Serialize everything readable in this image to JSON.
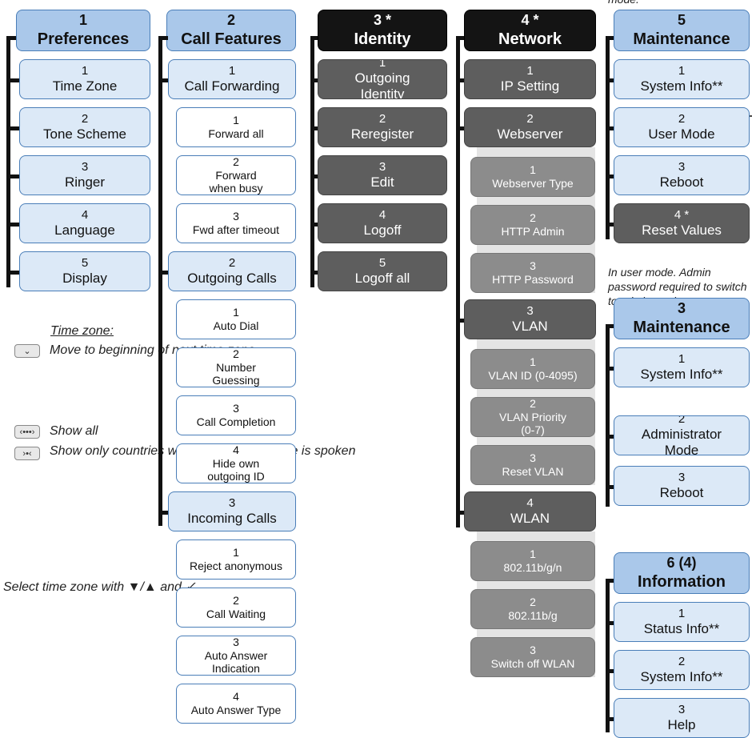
{
  "top_note": "mode.",
  "col1": {
    "header": {
      "num": "1",
      "label": "Preferences"
    },
    "items": [
      {
        "num": "1",
        "label": "Time Zone"
      },
      {
        "num": "2",
        "label": "Tone Scheme"
      },
      {
        "num": "3",
        "label": "Ringer"
      },
      {
        "num": "4",
        "label": "Language"
      },
      {
        "num": "5",
        "label": "Display"
      }
    ]
  },
  "legend": {
    "title": "Time zone:",
    "items": [
      {
        "key_icon": "chevron-down-key-icon",
        "key_glyph": "⌄",
        "text": "Move to\nbeginning\nof next time\nzone"
      },
      {
        "key_icon": "expand-key-icon",
        "key_glyph": "‹•••›",
        "text": "Show all"
      },
      {
        "key_icon": "collapse-key-icon",
        "key_glyph": "›•‹",
        "text": "Show only\ncountries\nwhere phone\nlanguage is\nspoken"
      }
    ],
    "select_text": "Select time zone\nwith ▼/▲ and ✓"
  },
  "col2": {
    "header": {
      "num": "2",
      "label": "Call Features"
    },
    "groups": [
      {
        "num": "1",
        "label": "Call Forwarding",
        "items": [
          {
            "num": "1",
            "label": "Forward all"
          },
          {
            "num": "2",
            "label": "Forward\nwhen busy"
          },
          {
            "num": "3",
            "label": "Fwd after timeout"
          }
        ]
      },
      {
        "num": "2",
        "label": "Outgoing Calls",
        "items": [
          {
            "num": "1",
            "label": "Auto Dial"
          },
          {
            "num": "2",
            "label": "Number\nGuessing"
          },
          {
            "num": "3",
            "label": "Call Completion"
          },
          {
            "num": "4",
            "label": "Hide own\noutgoing ID"
          }
        ]
      },
      {
        "num": "3",
        "label": "Incoming Calls",
        "items": [
          {
            "num": "1",
            "label": "Reject anonymous"
          },
          {
            "num": "2",
            "label": "Call Waiting"
          },
          {
            "num": "3",
            "label": "Auto Answer\nIndication"
          },
          {
            "num": "4",
            "label": "Auto Answer Type"
          }
        ]
      }
    ]
  },
  "col3": {
    "header": {
      "num": "3 *",
      "label": "Identity"
    },
    "items": [
      {
        "num": "1",
        "label": "Outgoing\nIdentity"
      },
      {
        "num": "2",
        "label": "Reregister"
      },
      {
        "num": "3",
        "label": "Edit"
      },
      {
        "num": "4",
        "label": "Logoff"
      },
      {
        "num": "5",
        "label": "Logoff all"
      }
    ]
  },
  "col4": {
    "header": {
      "num": "4 *",
      "label": "Network"
    },
    "groups": [
      {
        "num": "1",
        "label": "IP Setting",
        "items": []
      },
      {
        "num": "2",
        "label": "Webserver",
        "items": [
          {
            "num": "1",
            "label": "Webserver Type"
          },
          {
            "num": "2",
            "label": "HTTP Admin"
          },
          {
            "num": "3",
            "label": "HTTP Password"
          }
        ]
      },
      {
        "num": "3",
        "label": "VLAN",
        "items": [
          {
            "num": "1",
            "label": "VLAN ID (0-4095)"
          },
          {
            "num": "2",
            "label": "VLAN Priority\n(0-7)"
          },
          {
            "num": "3",
            "label": "Reset VLAN"
          }
        ]
      },
      {
        "num": "4",
        "label": "WLAN",
        "items": [
          {
            "num": "1",
            "label": "802.11b/g/n"
          },
          {
            "num": "2",
            "label": "802.11b/g"
          },
          {
            "num": "3",
            "label": "Switch off WLAN"
          }
        ]
      }
    ]
  },
  "col5a": {
    "header": {
      "num": "5",
      "label": "Maintenance"
    },
    "items": [
      {
        "num": "1",
        "label": "System Info**"
      },
      {
        "num": "2",
        "label": "User Mode"
      },
      {
        "num": "3",
        "label": "Reboot"
      },
      {
        "num": "4 *",
        "label": "Reset Values"
      }
    ]
  },
  "user_mode_note": "In user mode.  Admin\npassword required to\nswitch to admin mode.",
  "col5b": {
    "header": {
      "num": "3",
      "label": "Maintenance"
    },
    "items": [
      {
        "num": "1",
        "label": "System Info**"
      },
      {
        "num": "2",
        "label": "Administrator\nMode"
      },
      {
        "num": "3",
        "label": "Reboot"
      }
    ]
  },
  "col6": {
    "header": {
      "num": "6 (4)",
      "label": "Information"
    },
    "items": [
      {
        "num": "1",
        "label": "Status Info**"
      },
      {
        "num": "2",
        "label": "System Info**"
      },
      {
        "num": "3",
        "label": "Help"
      }
    ]
  }
}
